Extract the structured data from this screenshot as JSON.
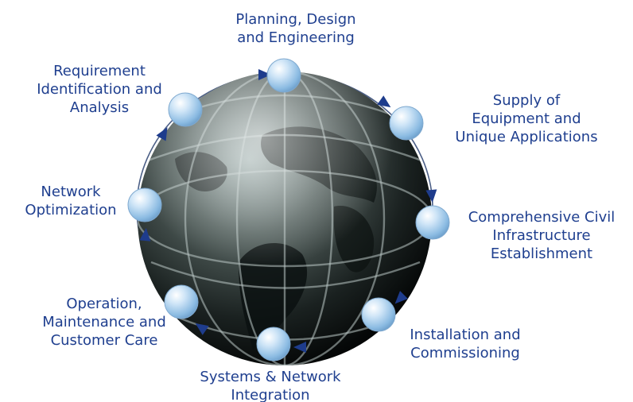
{
  "diagram": {
    "steps": [
      {
        "label": "Planning, Design\nand Engineering"
      },
      {
        "label": "Supply of\nEquipment and\nUnique Applications"
      },
      {
        "label": "Comprehensive Civil\nInfrastructure\nEstablishment"
      },
      {
        "label": "Installation and\nCommissioning"
      },
      {
        "label": "Systems & Network\nIntegration"
      },
      {
        "label": "Operation,\nMaintenance and\nCustomer Care"
      },
      {
        "label": "Network\nOptimization"
      },
      {
        "label": "Requirement\nIdentification and\nAnalysis"
      }
    ],
    "colors": {
      "text": "#1f3f8f",
      "ring": "#4c5f86",
      "arrow": "#1e3c8c",
      "node": "#9ec8ea",
      "globe_dark": "#050707",
      "globe_light": "#8a9a99"
    }
  }
}
